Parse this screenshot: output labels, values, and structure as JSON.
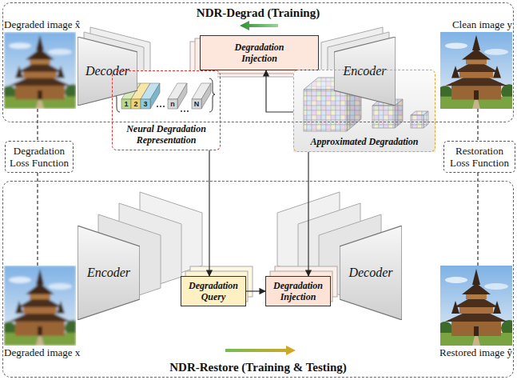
{
  "diagram": {
    "nodes": [
      {
        "text": [
          "NDR-Degrad (Training)"
        ]
      },
      {
        "text": [
          "Degraded image x̂"
        ],
        "in": 0
      },
      {
        "text": [
          "Decoder"
        ],
        "in": 0
      },
      {
        "text": [
          "Degradation Injection"
        ],
        "in": 0
      },
      {
        "text": [
          "Encoder"
        ],
        "in": 0
      },
      {
        "text": [
          "Clean image y"
        ],
        "in": 0
      },
      {
        "text": [
          "Degradation Loss Function"
        ]
      },
      {
        "text": [
          "Neural Degradation Representation"
        ]
      },
      {
        "text": [
          "Approximated Degradation"
        ]
      },
      {
        "text": [
          "Restoration Loss Function"
        ]
      },
      {
        "text": [
          "NDR-Restore (Training & Testing)"
        ]
      },
      {
        "text": [
          "Degraded image x"
        ],
        "in": 10
      },
      {
        "text": [
          "Encoder"
        ],
        "in": 10
      },
      {
        "text": [
          "Degradation Query"
        ],
        "in": 10
      },
      {
        "text": [
          "Degradation Injection"
        ],
        "in": 10
      },
      {
        "text": [
          "Decoder"
        ],
        "in": 10
      },
      {
        "text": [
          "Restored image ŷ"
        ],
        "in": 10
      }
    ],
    "edges": [
      {
        "from": 1,
        "to": 6,
        "arrow": "none"
      },
      {
        "from": 6,
        "to": 11,
        "arrow": "none"
      },
      {
        "from": 5,
        "to": 9,
        "arrow": "none"
      },
      {
        "from": 9,
        "to": 16,
        "arrow": "none"
      },
      {
        "from": 8,
        "to": 3,
        "arrow": "to"
      },
      {
        "from": 7,
        "to": 13,
        "arrow": "to"
      },
      {
        "from": 8,
        "to": 14,
        "arrow": "to"
      },
      {
        "from": 13,
        "to": 14,
        "arrow": "to"
      }
    ],
    "labels": [
      "1",
      "2",
      "3",
      "n",
      "N"
    ]
  }
}
